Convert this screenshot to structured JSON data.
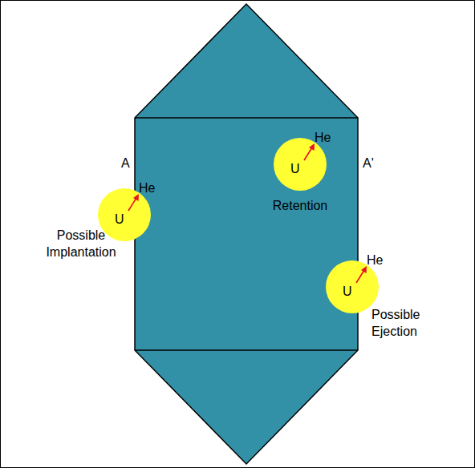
{
  "diagram": {
    "nodes": [
      {
        "text": [
          "U",
          "He",
          "Retention"
        ]
      },
      {
        "text": [
          "U",
          "He",
          "Possible Implantation"
        ]
      },
      {
        "text": [
          "U",
          "He",
          "Possible Ejection"
        ]
      }
    ],
    "labels": [
      "A",
      "A'"
    ]
  }
}
